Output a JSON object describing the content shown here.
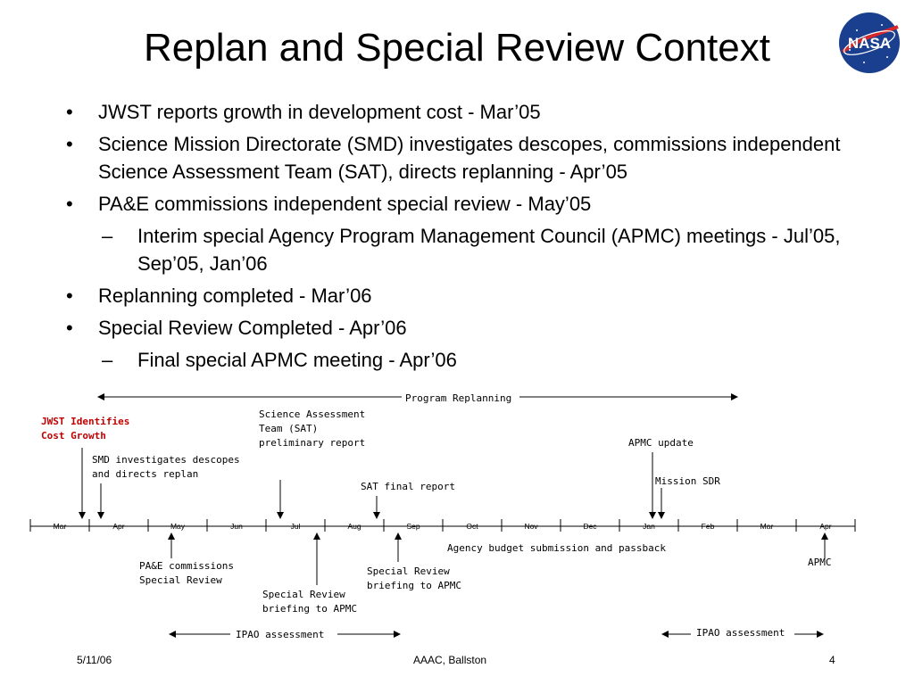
{
  "slide": {
    "title": "Replan and Special Review Context",
    "logo_text": "NASA",
    "bullets": [
      {
        "level": 1,
        "marker": "•",
        "text": "JWST reports growth in development cost - Mar’05"
      },
      {
        "level": 1,
        "marker": "•",
        "text": "Science Mission Directorate (SMD) investigates descopes, commissions independent Science Assessment Team (SAT), directs replanning - Apr’05"
      },
      {
        "level": 1,
        "marker": "•",
        "text": "PA&E commissions independent special review - May’05"
      },
      {
        "level": 2,
        "marker": "–",
        "text": "Interim special Agency Program Management Council (APMC) meetings - Jul’05, Sep’05, Jan’06"
      },
      {
        "level": 1,
        "marker": "•",
        "text": "Replanning completed - Mar’06"
      },
      {
        "level": 1,
        "marker": "•",
        "text": "Special Review Completed - Apr’06"
      },
      {
        "level": 2,
        "marker": "–",
        "text": "Final special APMC meeting - Apr’06"
      }
    ]
  },
  "timeline": {
    "months": [
      "Mar",
      "Apr",
      "May",
      "Jun",
      "Jul",
      "Aug",
      "Sep",
      "Oct",
      "Nov",
      "Dec",
      "Jan",
      "Feb",
      "Mar",
      "Apr"
    ],
    "program_replanning": "Program Replanning",
    "jwst_identifies": "JWST Identifies Cost Growth",
    "smd_investigates": "SMD investigates descopes and directs replan",
    "sat_team": "Science Assessment Team (SAT) preliminary report",
    "sat_final": "SAT final report",
    "apmc_update": "APMC update",
    "mission_sdr": "Mission SDR",
    "budget": "Agency budget submission and passback",
    "pae": "PA&E commissions Special Review",
    "briefing_sep": "Special Review briefing to APMC",
    "briefing_jul": "Special Review briefing to APMC",
    "apmc": "APMC",
    "ipao1": "IPAO assessment",
    "ipao2": "IPAO assessment"
  },
  "footer": {
    "date": "5/11/06",
    "center": "AAAC, Ballston",
    "page": "4"
  }
}
